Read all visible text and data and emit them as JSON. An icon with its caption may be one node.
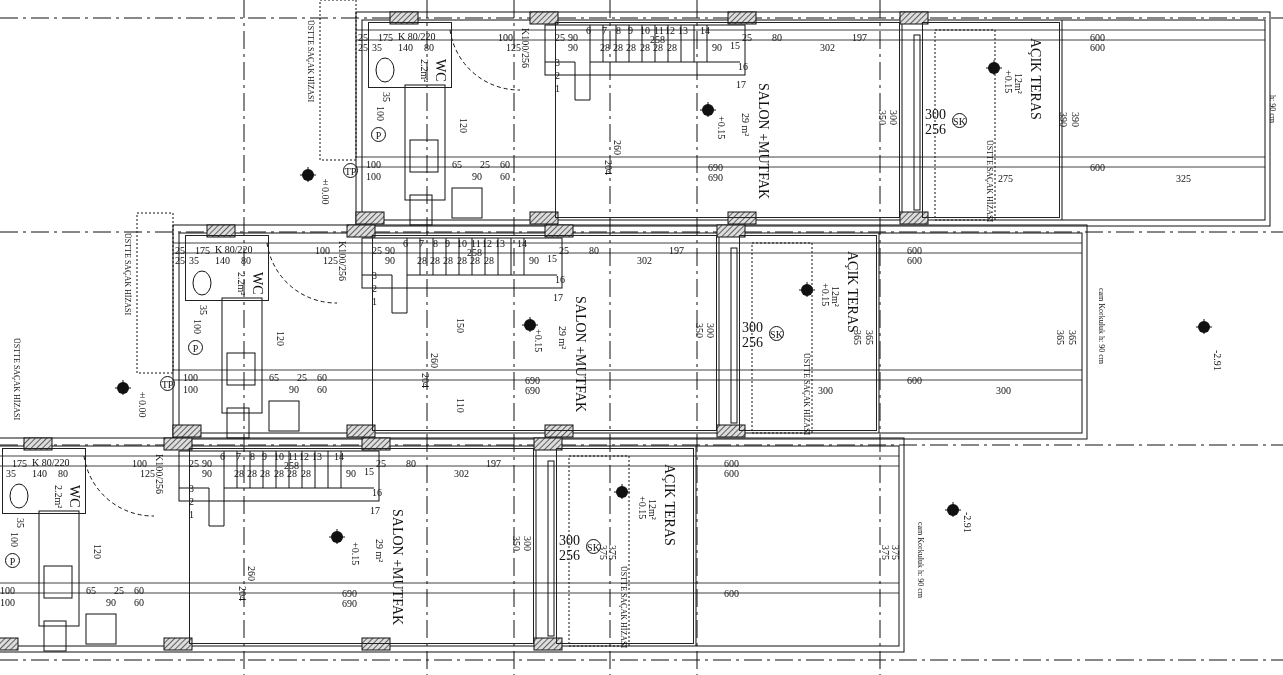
{
  "diagram": {
    "nodes": [
      {
        "text": [
          "WC",
          "2.2m²"
        ]
      },
      {
        "text": [
          "SALON +MUTFAK",
          "29 m²"
        ]
      },
      {
        "text": [
          "AÇIK TERAS",
          "12m²"
        ]
      },
      {
        "text": [
          "WC",
          "2.2m²"
        ]
      },
      {
        "text": [
          "SALON +MUTFAK",
          "29 m²"
        ]
      },
      {
        "text": [
          "AÇIK TERAS",
          "12m²"
        ]
      },
      {
        "text": [
          "WC",
          "2.2m²"
        ]
      },
      {
        "text": [
          "SALON +MUTFAK",
          "29 m²"
        ]
      },
      {
        "text": [
          "AÇIK TERAS",
          "12m²"
        ]
      }
    ],
    "labels": [
      "ÜSTTE SAÇAK HİZASI",
      "±0.00",
      "25",
      "175",
      "K 80/220",
      "100",
      "25",
      "35",
      "140",
      "80",
      "125",
      "K100/256",
      "35",
      "100",
      "P",
      "TP",
      "100",
      "100",
      "120",
      "65",
      "25",
      "60",
      "90",
      "60",
      "25",
      "90",
      "6",
      "7",
      "8",
      "9",
      "10",
      "11",
      "12",
      "13",
      "14",
      "258",
      "90",
      "28",
      "28",
      "28",
      "28",
      "28",
      "28",
      "90",
      "15",
      "16",
      "17",
      "3",
      "2",
      "1",
      "25",
      "260",
      "204",
      "+0.15",
      "690",
      "690",
      "80",
      "197",
      "302",
      "350",
      "300",
      "300",
      "256",
      "SK",
      "600",
      "600",
      "+0.15",
      "600",
      "ÜSTTE SAÇAK HİZASI",
      "ÜSTTE SAÇAK HİZASI",
      "±0.00",
      "25",
      "175",
      "K 80/220",
      "100",
      "25",
      "35",
      "140",
      "80",
      "125",
      "K100/256",
      "35",
      "100",
      "P",
      "TP",
      "100",
      "100",
      "120",
      "65",
      "25",
      "60",
      "90",
      "60",
      "25",
      "90",
      "6",
      "7",
      "8",
      "9",
      "10",
      "11",
      "12",
      "13",
      "14",
      "258",
      "90",
      "28",
      "28",
      "28",
      "28",
      "28",
      "28",
      "90",
      "15",
      "16",
      "17",
      "3",
      "2",
      "1",
      "25",
      "260",
      "204",
      "+0.15",
      "690",
      "690",
      "80",
      "197",
      "302",
      "350",
      "300",
      "300",
      "256",
      "SK",
      "600",
      "600",
      "+0.15",
      "600",
      "ÜSTTE SAÇAK HİZASI",
      "175",
      "K 80/220",
      "100",
      "35",
      "140",
      "80",
      "125",
      "K100/256",
      "35",
      "100",
      "P",
      "100",
      "100",
      "120",
      "65",
      "25",
      "60",
      "90",
      "60",
      "25",
      "90",
      "6",
      "7",
      "8",
      "9",
      "10",
      "11",
      "12",
      "13",
      "14",
      "258",
      "90",
      "28",
      "28",
      "28",
      "28",
      "28",
      "28",
      "90",
      "15",
      "16",
      "17",
      "3",
      "2",
      "1",
      "25",
      "260",
      "204",
      "+0.15",
      "690",
      "690",
      "80",
      "197",
      "302",
      "350",
      "300",
      "300",
      "256",
      "SK",
      "600",
      "600",
      "+0.15",
      "600",
      "ÜSTTE SAÇAK HİZASI",
      "390",
      "390",
      "275",
      "325",
      "h: 90 cm",
      "365",
      "365",
      "365",
      "365",
      "300",
      "300",
      "cam Korkuluk h: 90 cm",
      "-2.91",
      "150",
      "110",
      "ÜSTTE SAÇAK HİZASI",
      "375",
      "375",
      "375",
      "375",
      "cam Korkuluk h: 90 cm",
      "-2.91"
    ]
  }
}
